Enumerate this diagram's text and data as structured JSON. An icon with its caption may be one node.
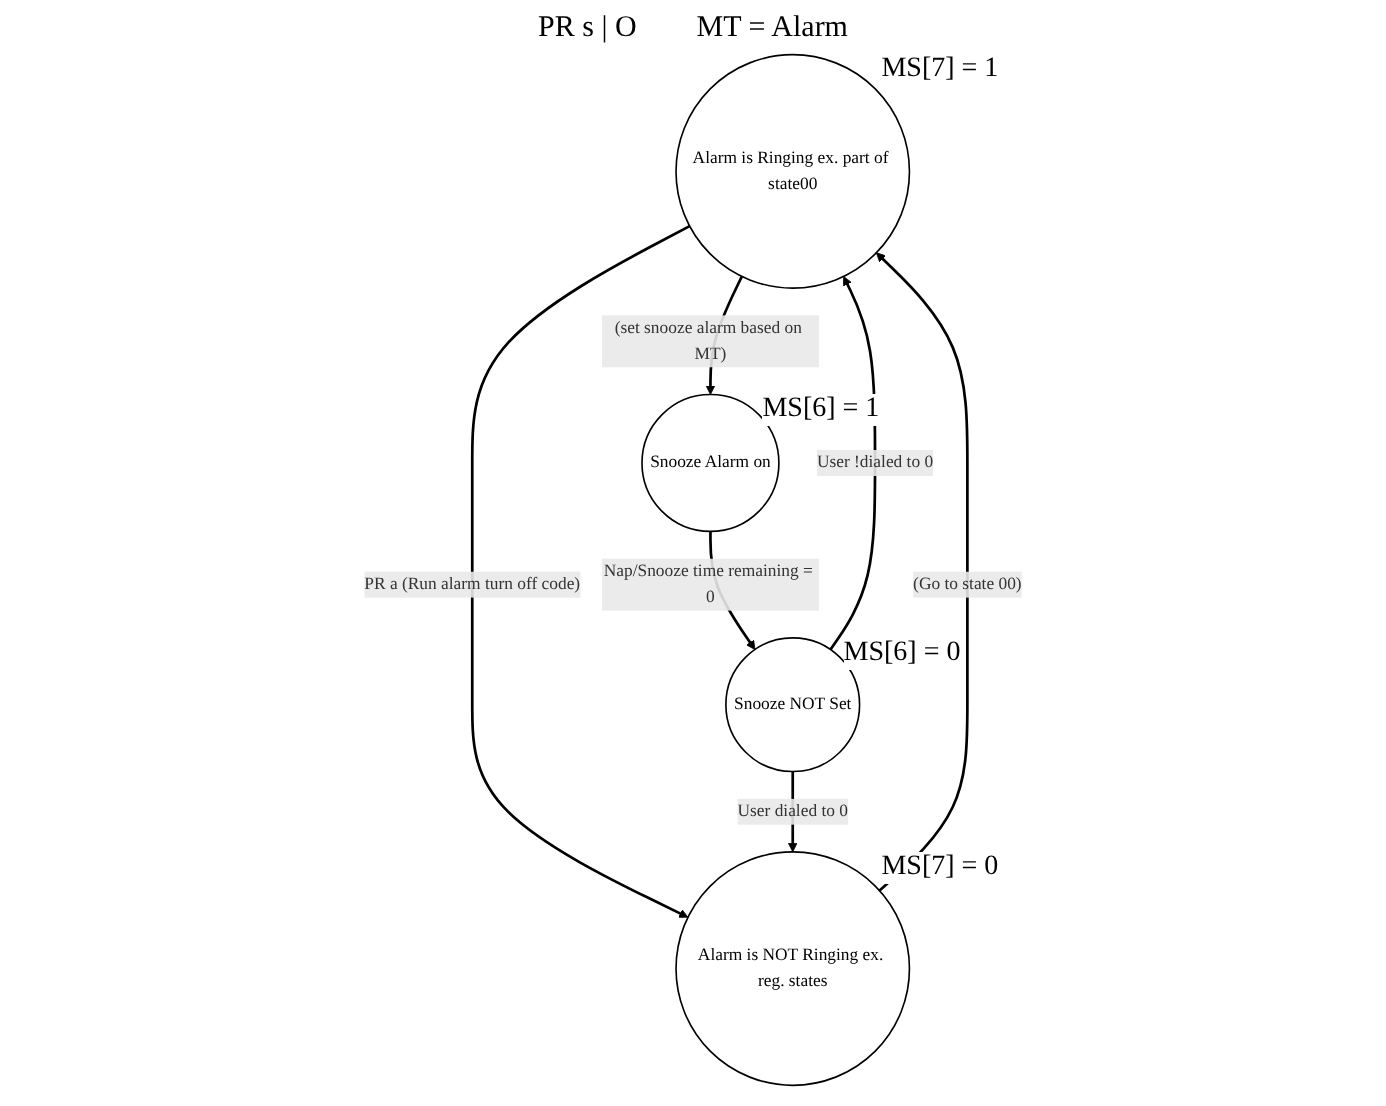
{
  "diagram": {
    "nodes": [
      {
        "text": [
          "Alarm is Ringing ex. part of state00"
        ],
        "beside": [
          "MS[7] = 1"
        ]
      },
      {
        "text": [
          "Alarm is NOT Ringing ex. reg. states"
        ],
        "beside": [
          "MS[7] = 0"
        ]
      },
      {
        "text": [
          "Snooze Alarm on"
        ],
        "beside": [
          "MS[6] = 1"
        ]
      },
      {
        "text": [
          "Snooze NOT Set"
        ],
        "beside": [
          "MS[6] = 0"
        ]
      }
    ],
    "edges": [
      {
        "from": 0,
        "to": 1,
        "arrow": "to",
        "label": "PR a (Run alarm turn off code)"
      },
      {
        "from": 1,
        "to": 0,
        "arrow": "to",
        "label": "(Go to state 00)"
      },
      {
        "from": 0,
        "to": 2,
        "arrow": "to",
        "label": "(set snooze alarm based on MT)"
      },
      {
        "from": 2,
        "to": 3,
        "arrow": "to",
        "label": "Nap/Snooze time remaining = 0"
      },
      {
        "from": 3,
        "to": 0,
        "arrow": "to",
        "label": "User !dialed to 0"
      },
      {
        "from": 3,
        "to": 1,
        "arrow": "to",
        "label": "User dialed to 0"
      }
    ],
    "labels": [
      "PR s | O",
      "MT = Alarm"
    ]
  }
}
